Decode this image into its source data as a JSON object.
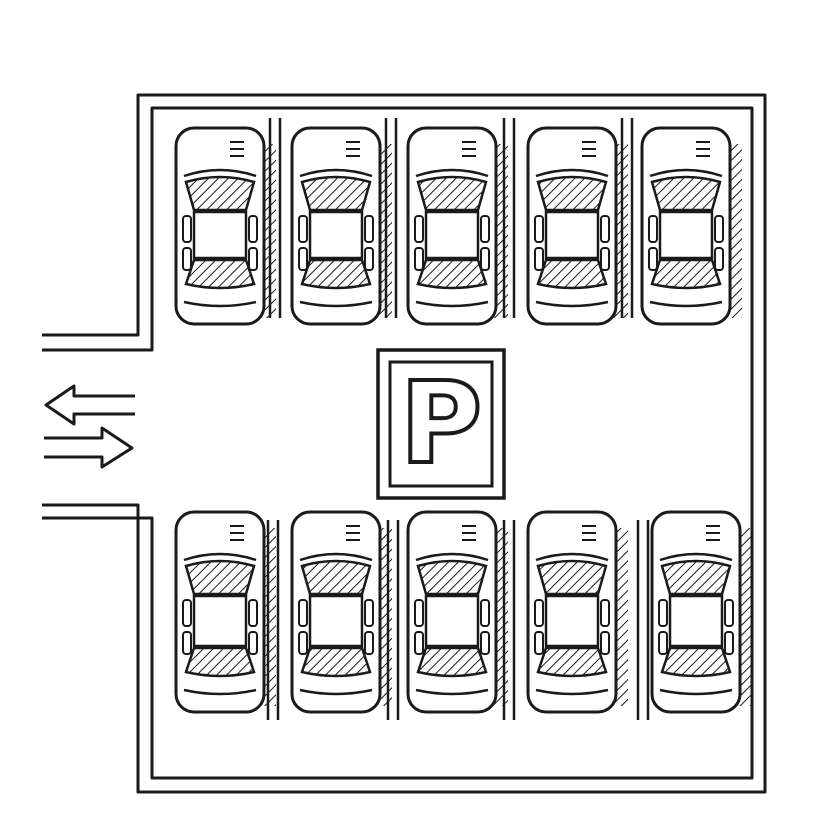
{
  "illustration": {
    "style": "hand-drawn black ink sketch on white",
    "ink_color": "#1a1a1a",
    "background_color": "#ffffff"
  },
  "parking_sign": {
    "letter": "P",
    "icon": "parking-sign-icon"
  },
  "entrance": {
    "arrow_in_icon": "arrow-right-icon",
    "arrow_out_icon": "arrow-left-icon"
  },
  "top_row": {
    "car_count": 5,
    "icon": "car-top-view-icon"
  },
  "bottom_row": {
    "car_count": 5,
    "icon": "car-top-view-icon"
  }
}
